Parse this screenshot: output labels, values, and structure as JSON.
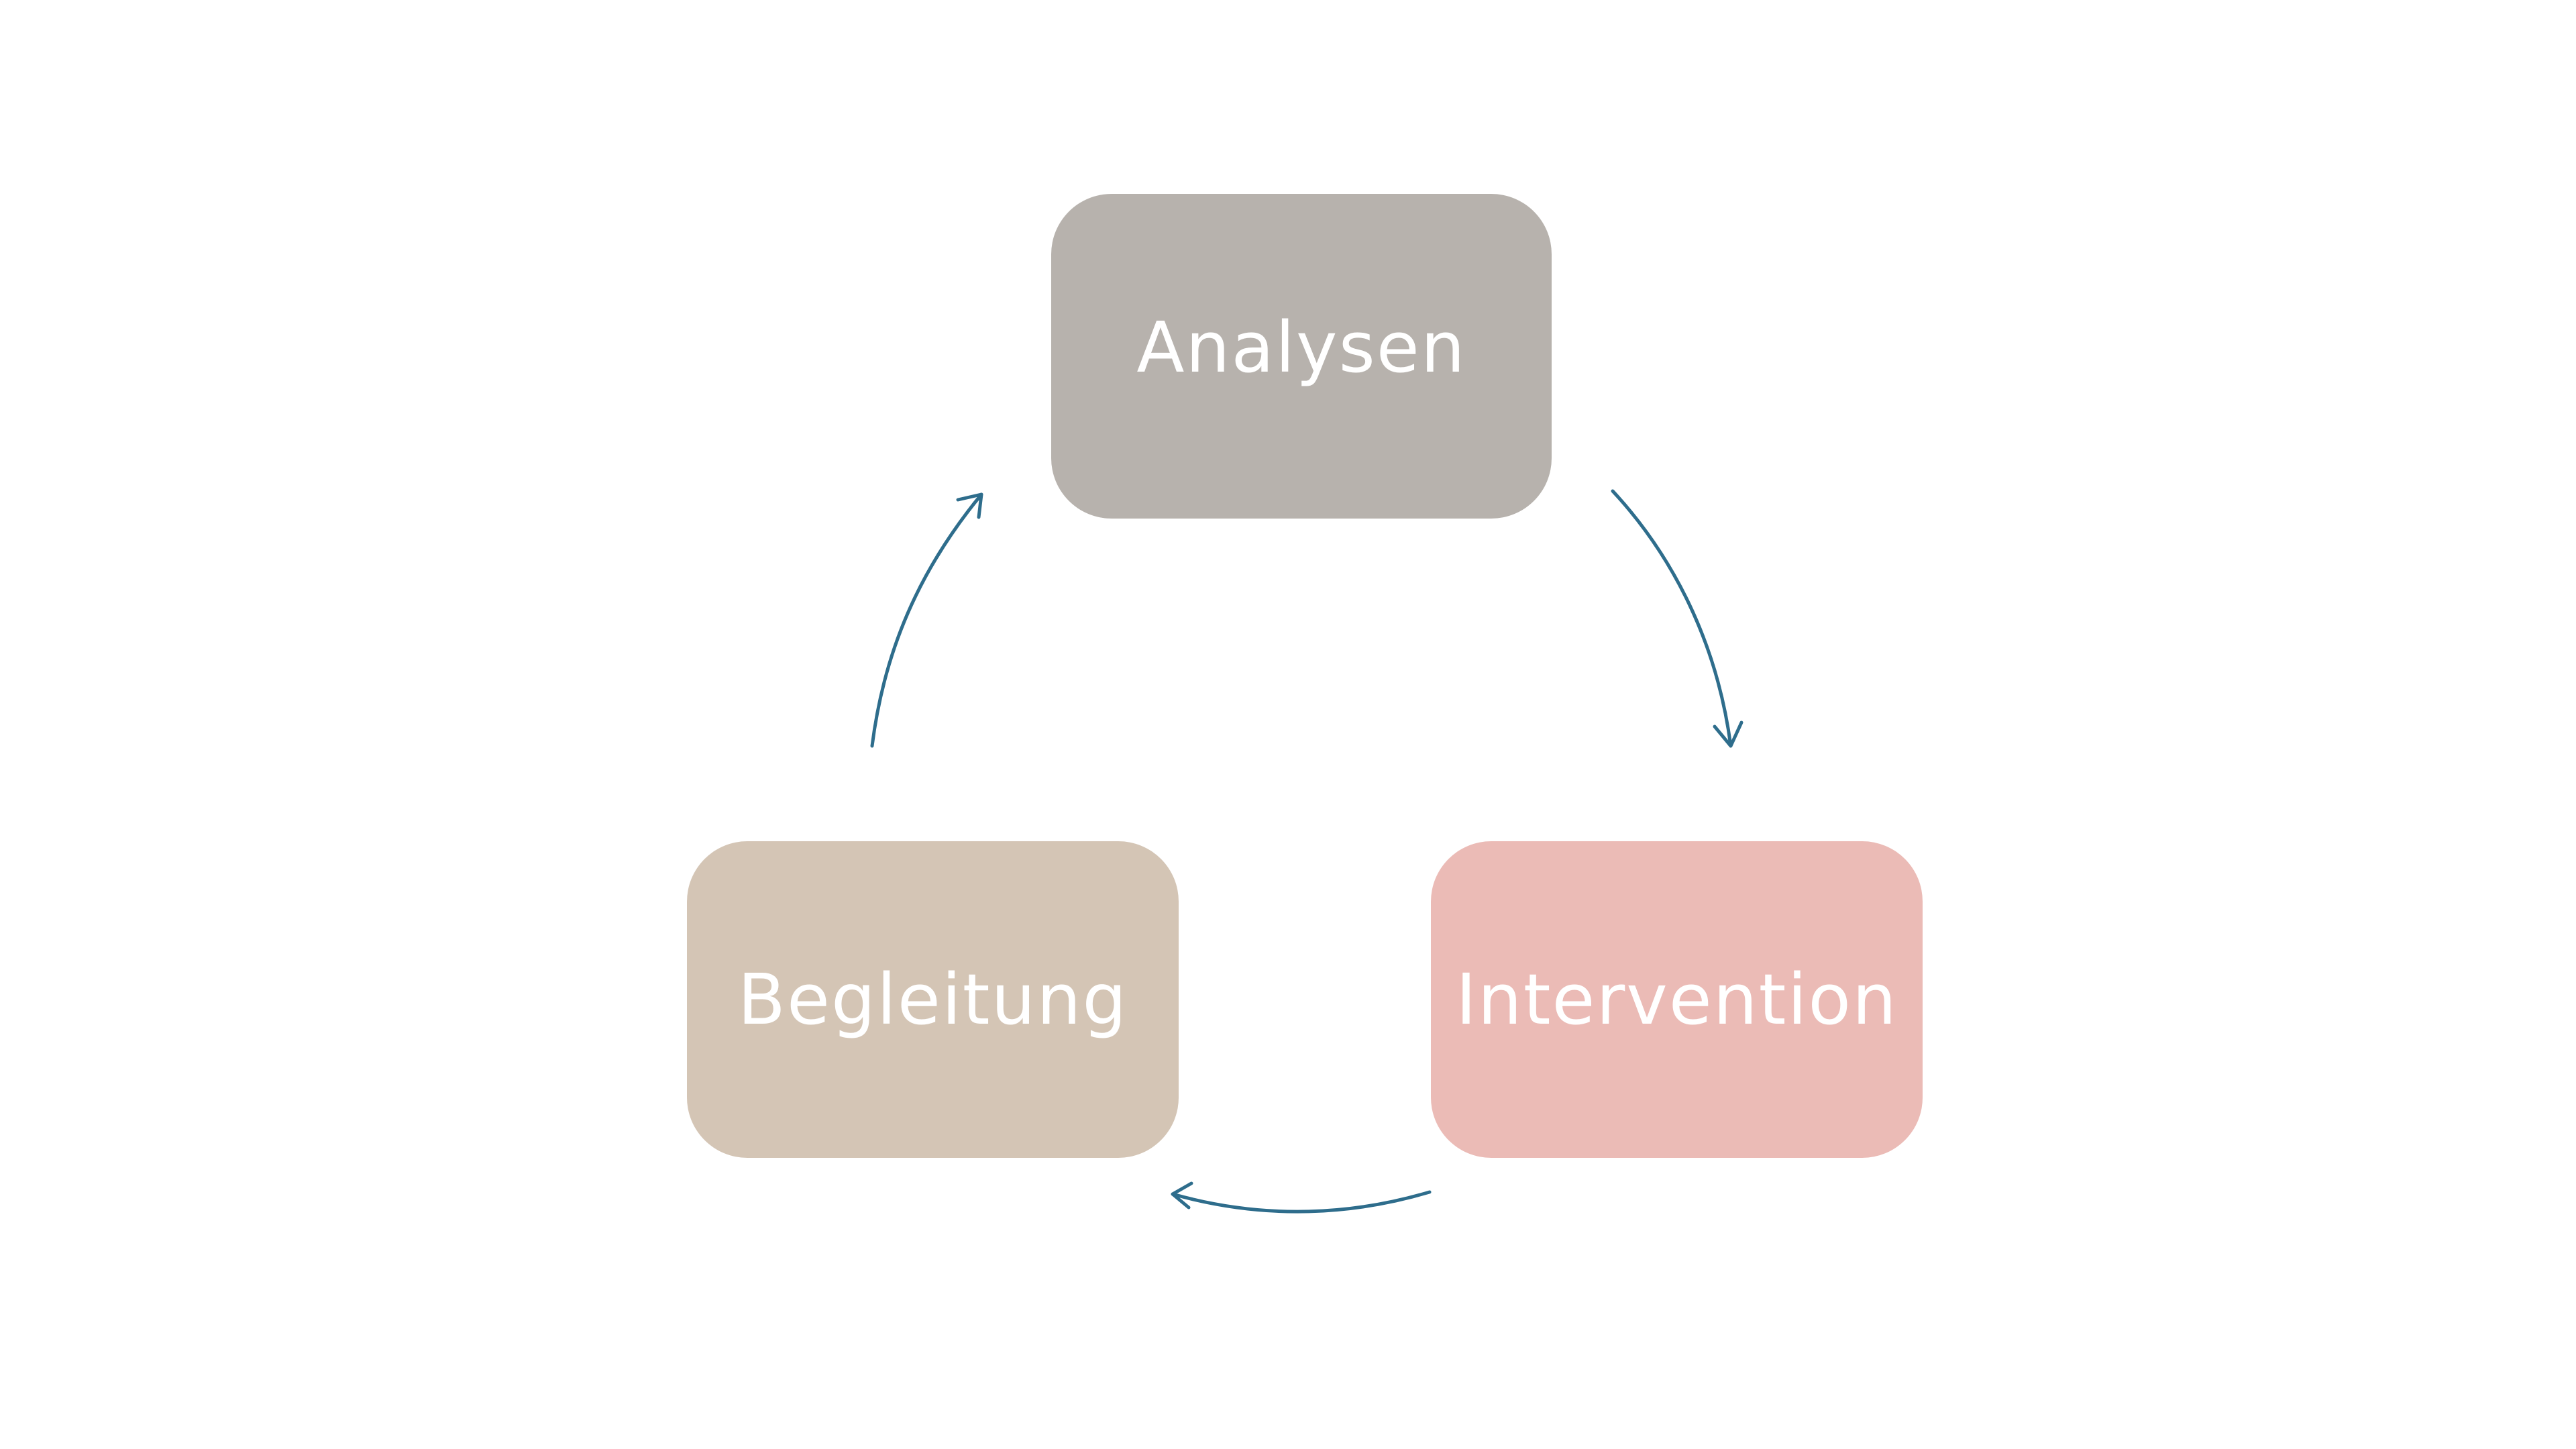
{
  "diagram": {
    "nodes": [
      {
        "label": "Analysen",
        "color": "#b7b2ad"
      },
      {
        "label": "Intervention",
        "color": "#ebbbb6"
      },
      {
        "label": "Begleitung",
        "color": "#d4c5b5"
      }
    ],
    "arrow_color": "#2e6d8c",
    "edges": [
      {
        "from": "Analysen",
        "to": "Intervention"
      },
      {
        "from": "Intervention",
        "to": "Begleitung"
      },
      {
        "from": "Begleitung",
        "to": "Analysen"
      }
    ]
  }
}
